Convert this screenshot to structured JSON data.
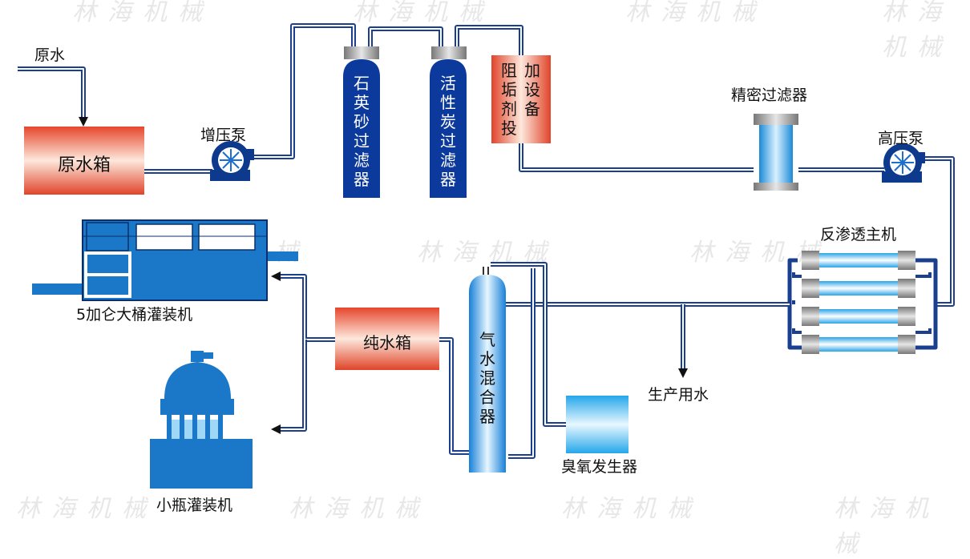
{
  "labels": {
    "raw_water": "原水",
    "raw_tank": "原水箱",
    "booster_pump": "增压泵",
    "quartz_filter": "石英砂过滤器",
    "carbon_filter": "活性炭过滤器",
    "antiscalant_col1": "阻垢剂投",
    "antiscalant_col2": "加设备",
    "precision_filter": "精密过滤器",
    "high_pressure_pump": "高压泵",
    "ro_unit": "反渗透主机",
    "pure_tank": "纯水箱",
    "gas_mixer": "气水混合器",
    "production_water": "生产用水",
    "ozone_generator": "臭氧发生器",
    "barrel_filler": "5加仑大桶灌装机",
    "bottle_filler": "小瓶灌装机"
  },
  "watermark": "林海机械",
  "colors": {
    "pipe": "#1a3f8f",
    "tank_red": "#e0442a",
    "filter_blue": "#0c3a9c",
    "light_blue": "#1ea2e6",
    "machine_blue": "#1b78c8"
  }
}
